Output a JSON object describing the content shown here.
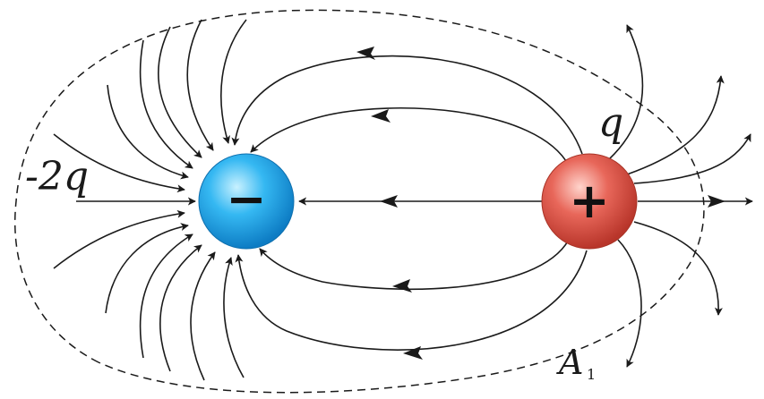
{
  "labels": {
    "negative_charge": "-2q",
    "positive_charge": "q",
    "point_letter": "A",
    "point_subscript": "1"
  },
  "charges": {
    "negative_sign": "−",
    "positive_sign": "+"
  },
  "colors": {
    "negative_fill": "#2bb0ee",
    "positive_fill": "#e0574a",
    "line": "#1a1a1a"
  }
}
